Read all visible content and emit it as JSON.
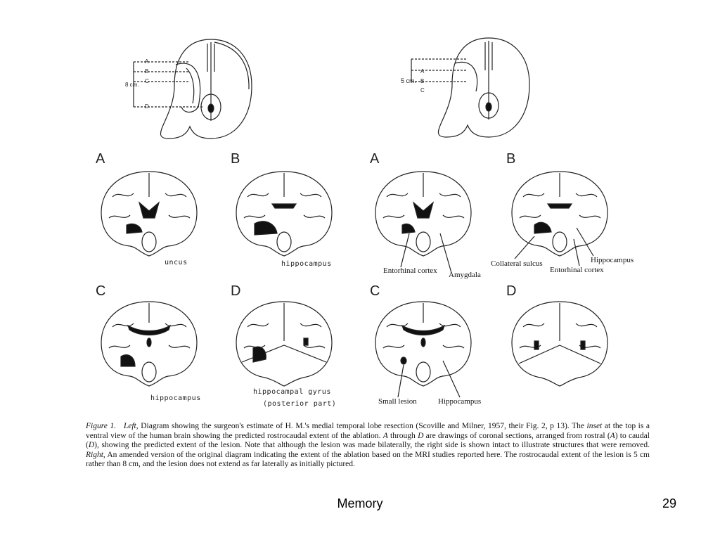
{
  "slide": {
    "footer_title": "Memory",
    "page_number": "29"
  },
  "figure": {
    "left": {
      "inset": {
        "scale_label": "8 cm.",
        "levels": [
          "A",
          "B",
          "C",
          "D"
        ]
      },
      "panels": [
        {
          "letter": "A",
          "label": "uncus"
        },
        {
          "letter": "B",
          "label": "hippocampus"
        },
        {
          "letter": "C",
          "label": "hippocampus"
        },
        {
          "letter": "D",
          "label_line1": "hippocampal gyrus",
          "label_line2": "(posterior part)"
        }
      ]
    },
    "right": {
      "inset": {
        "scale_label": "5 cm.",
        "levels": [
          "A",
          "B",
          "C"
        ]
      },
      "panels": [
        {
          "letter": "A",
          "labels": [
            "Entorhinal cortex",
            "Amygdala"
          ]
        },
        {
          "letter": "B",
          "labels": [
            "Collateral sulcus",
            "Entorhinal  cortex",
            "Hippocampus"
          ]
        },
        {
          "letter": "C",
          "labels": [
            "Small lesion",
            "Hippocampus"
          ]
        },
        {
          "letter": "D"
        }
      ]
    },
    "caption": {
      "fig_label": "Figure 1.",
      "left_word": "Left",
      "part1": ", Diagram showing the surgeon's estimate of H. M.'s medial temporal lobe resection (Scoville and Milner, 1957, their Fig. 2, p 13). The ",
      "inset_word": "inset",
      "part2": " at the top is a ventral view of the human brain showing the predicted rostrocaudal extent of the ablation. ",
      "a_letter": "A",
      "part3": " through ",
      "d_letter": "D",
      "part4": " are drawings of coronal sections, arranged from rostral (",
      "a_letter2": "A",
      "part5": ") to caudal (",
      "d_letter2": "D",
      "part6": "), showing the predicted extent of the lesion. Note that although the lesion was made bilaterally, the right side is shown intact to illustrate structures that were removed. ",
      "right_word": "Right",
      "part7": ", An amended version of the original diagram indicating the extent of the ablation based on the MRI studies reported here. The rostrocaudal extent of the lesion is 5 cm rather than 8 cm, and the lesion does not extend as far laterally as initially pictured."
    }
  }
}
